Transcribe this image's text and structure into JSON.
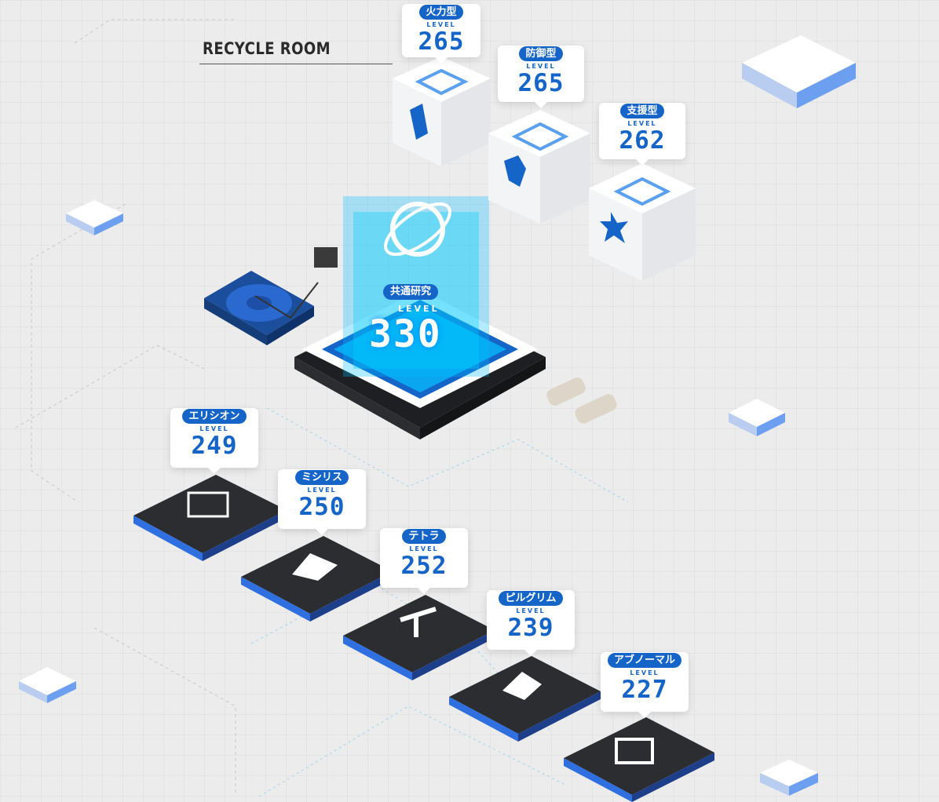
{
  "room": {
    "title": "RECYCLE ROOM"
  },
  "level_label": "LEVEL",
  "central_unit": {
    "label": "共通研究",
    "level": "330",
    "color": "#00c8ff"
  },
  "cubes": [
    {
      "label": "火力型",
      "level": "265",
      "icon": "fire-arrow-icon"
    },
    {
      "label": "防御型",
      "level": "265",
      "icon": "shield-icon"
    },
    {
      "label": "支援型",
      "level": "262",
      "icon": "support-star-icon"
    }
  ],
  "chips": [
    {
      "label": "エリシオン",
      "level": "249",
      "icon": "window-grid-icon"
    },
    {
      "label": "ミシリス",
      "level": "250",
      "icon": "missilis-icon"
    },
    {
      "label": "テトラ",
      "level": "252",
      "icon": "tetra-icon"
    },
    {
      "label": "ピルグリム",
      "level": "239",
      "icon": "pilgrim-icon"
    },
    {
      "label": "アブノーマル",
      "level": "227",
      "icon": "abnormal-icon"
    }
  ],
  "colors": {
    "accent": "#1565c8",
    "chip_body": "#2b2d30",
    "chip_stripe": "#2f6fe0",
    "background": "#ececec"
  }
}
